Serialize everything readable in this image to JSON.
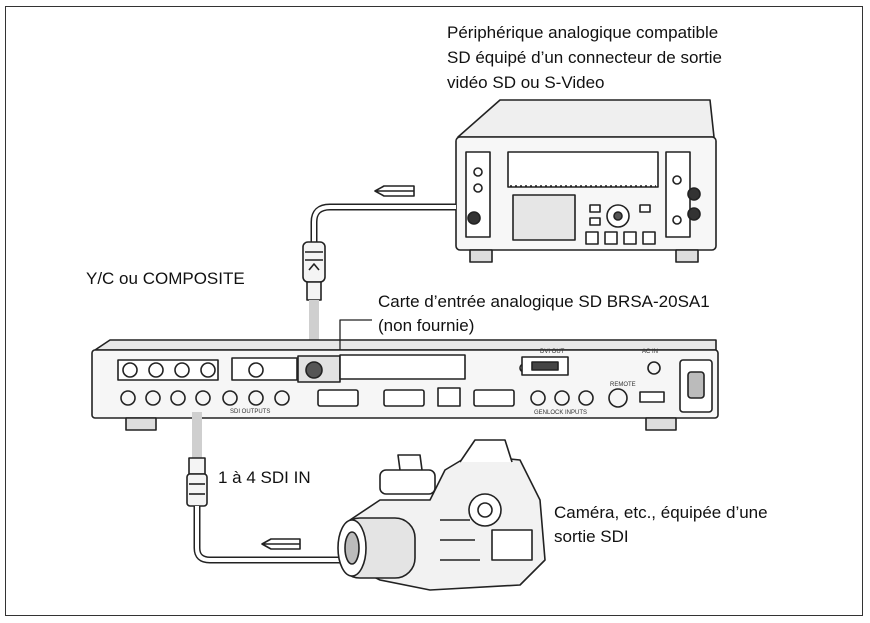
{
  "labels": {
    "peripheral": [
      "Périphérique analogique compatible",
      "SD équipé d’un connecteur de sortie",
      "vidéo SD ou S-Video"
    ],
    "yc_composite": "Y/C ou COMPOSITE",
    "input_card": [
      "Carte d’entrée analogique SD BRSA-20SA1",
      "(non fournie)"
    ],
    "sdi_in": "1 à 4 SDI IN",
    "camera": [
      "Caméra, etc., équipée d’une",
      "sortie SDI"
    ]
  },
  "device": {
    "dvi_out": "DVI OUT",
    "ac_in": "AC IN",
    "sdi_outputs": "SDI OUTPUTS",
    "genlock": "GENLOCK INPUTS",
    "remote": "REMOTE"
  },
  "colors": {
    "line": "#222222",
    "panel": "#f4f4f4",
    "shade": "#d9d9d9"
  }
}
